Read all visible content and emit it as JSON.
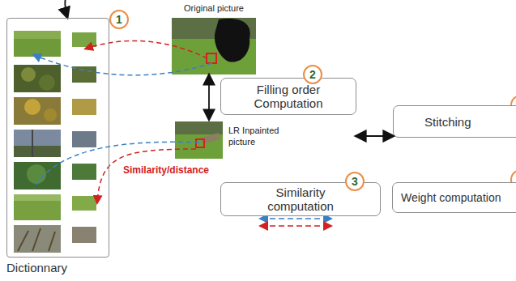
{
  "diagram": {
    "nodes": [
      {
        "text": [
          "Dictionnary"
        ]
      },
      {
        "text": [
          "Original picture"
        ]
      },
      {
        "text": [
          "LR Inpainted picture"
        ]
      },
      {
        "text": [
          "Filling order Computation"
        ]
      },
      {
        "text": [
          "Stitching"
        ]
      },
      {
        "text": [
          "Similarity computation"
        ]
      },
      {
        "text": [
          "Weight computation"
        ]
      }
    ],
    "edges": [
      {
        "from": 1,
        "to": 0,
        "arrow": "to"
      },
      {
        "from": 1,
        "to": 2,
        "arrow": "both"
      },
      {
        "from": 3,
        "to": 4,
        "arrow": "both"
      }
    ],
    "labels": [
      "1",
      "2",
      "3",
      "Similarity/distance"
    ]
  }
}
